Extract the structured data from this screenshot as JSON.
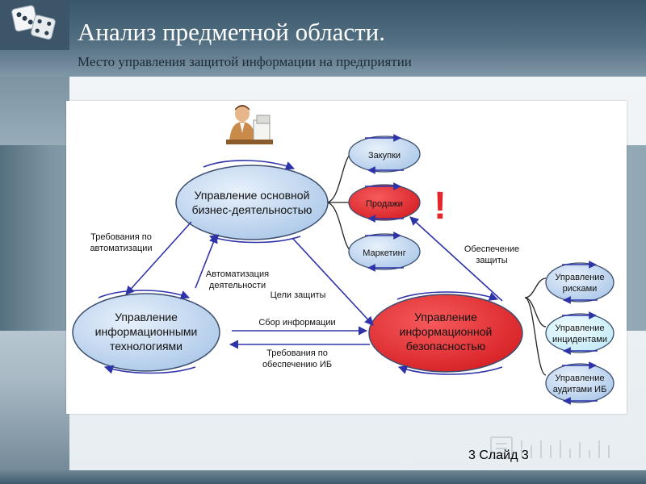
{
  "slide": {
    "title": "Анализ предметной области.",
    "subtitle": "Место управления защитой информации на предприятии",
    "number_label": "3 Слайд 3"
  },
  "diagram": {
    "nodes": {
      "business": [
        "Управление основной",
        "бизнес-деятельностью"
      ],
      "it": [
        "Управление",
        "информационными",
        "технологиями"
      ],
      "security": [
        "Управление",
        "информационной",
        "безопасностью"
      ],
      "purchases": "Закупки",
      "sales": "Продажи",
      "marketing": "Маркетинг",
      "risks": [
        "Управление",
        "рисками"
      ],
      "incidents": [
        "Управление",
        "инцидентами"
      ],
      "audits": [
        "Управление",
        "аудитами ИБ"
      ]
    },
    "edge_labels": {
      "automation_requirements": [
        "Требования по",
        "автоматизации"
      ],
      "activity_automation": [
        "Автоматизация",
        "деятельности"
      ],
      "protection_goals": "Цели защиты",
      "info_collection": "Сбор информации",
      "ib_requirements": [
        "Требования по",
        "обеспечению ИБ"
      ],
      "security_provision": [
        "Обеспечение",
        "защиты"
      ]
    },
    "alert_mark": "!",
    "colors": {
      "blue_fill": "#b9d3ee",
      "red_fill": "#e3262b",
      "incident_fill": "#d2f2fa",
      "arrow": "#2f33a8",
      "node_stroke": "#3c4e6e"
    }
  }
}
